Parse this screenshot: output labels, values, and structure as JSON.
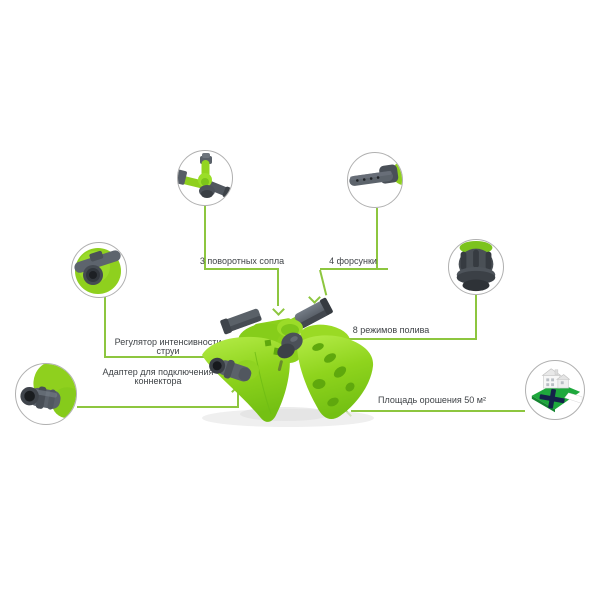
{
  "colors": {
    "background": "#ffffff",
    "callout_line": "#8dc63f",
    "label_text": "#3f4347",
    "circle_border": "#b0b0b0",
    "product_green": "#93d422",
    "product_green_dark": "#6db814",
    "part_gray": "#5a6168",
    "part_gray_dark": "#3c4147",
    "lawn_green": "#1ea83c"
  },
  "callouts": [
    {
      "id": "rotary-nozzles",
      "label": "3 поворотных сопла",
      "icon": "rotary-nozzle-head-photo"
    },
    {
      "id": "jets",
      "label": "4 форсунки",
      "icon": "four-jet-arm-photo"
    },
    {
      "id": "watering-modes",
      "label": "8 режимов полива",
      "icon": "mode-selector-knob-photo"
    },
    {
      "id": "intensity-regulator",
      "label": "Регулятор интенсивности струи",
      "icon": "intensity-regulator-photo"
    },
    {
      "id": "connector-adapter",
      "label": "Адаптер для подключения коннектора",
      "icon": "hose-connector-adapter-photo"
    },
    {
      "id": "irrigation-area",
      "label": "Площадь орошения 50 м²",
      "icon": "irrigation-area-photo"
    }
  ]
}
